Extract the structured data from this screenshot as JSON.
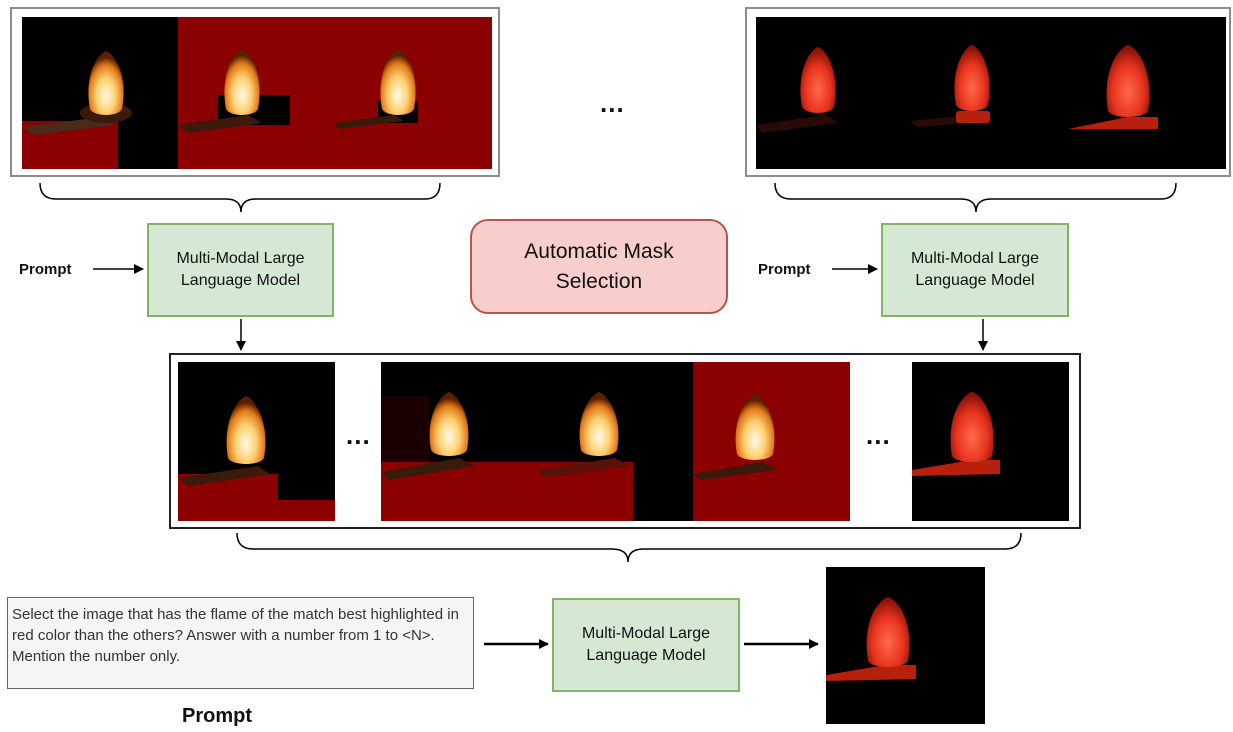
{
  "top_ellipsis": "...",
  "strip_ellipsis_left": "...",
  "strip_ellipsis_right": "...",
  "left_mllm": {
    "label": "Multi-Modal Large\nLanguage Model",
    "prompt": "Prompt"
  },
  "right_mllm": {
    "label": "Multi-Modal Large\nLanguage Model",
    "prompt": "Prompt"
  },
  "center_box": {
    "label": "Automatic Mask\nSelection"
  },
  "bottom": {
    "prompt_text": "Select the image that has the flame of the match best highlighted in red color than the others? Answer with a number from 1 to <N>. Mention the number only.",
    "prompt_caption": "Prompt",
    "mllm_label": "Multi-Modal Large\nLanguage Model"
  },
  "colors": {
    "mllm_fill": "#d5e8d4",
    "mllm_border": "#82b366",
    "ams_fill": "#f8cecc",
    "ams_border": "#b85450",
    "mask_red": "#8b0000",
    "prompt_fill": "#f5f5f5"
  }
}
